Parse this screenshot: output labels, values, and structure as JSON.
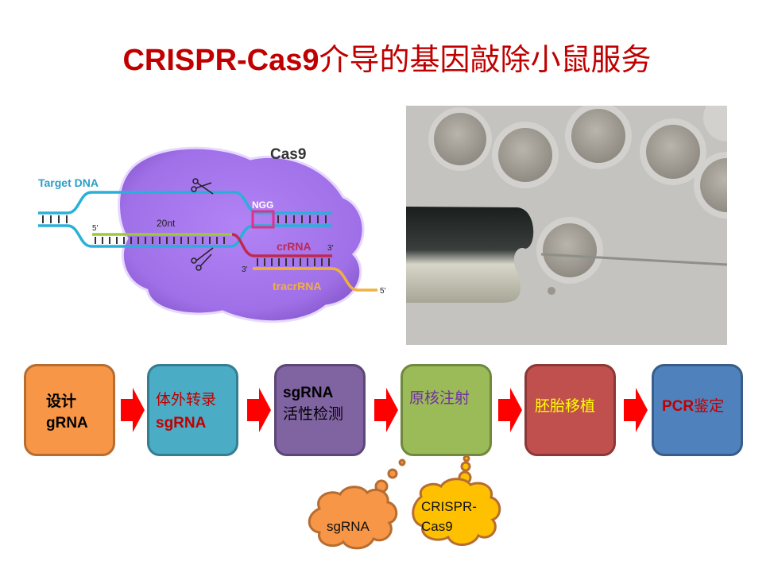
{
  "title": {
    "en": "CRISPR-Cas9",
    "zh": "介导的基因敲除小鼠服务"
  },
  "mechanism_figure": {
    "protein_label": "Cas9",
    "target_label": "Target DNA",
    "pam_label": "NGG",
    "spacer_label": "20nt",
    "crrna_label": "crRNA",
    "tracrrna_label": "tracrRNA",
    "five_prime": "5'",
    "three_prime": "3'",
    "colors": {
      "protein": "#a070e8",
      "dna": "#2ab0d8",
      "pam": "#e0308a",
      "spacer": "#9cc83c",
      "crrna": "#c02850",
      "tracrrna": "#f0b040"
    }
  },
  "photo": {
    "description": "Pronuclear microinjection of mouse zygote"
  },
  "workflow": {
    "arrow_color": "#ff0000",
    "steps": [
      {
        "line1": "设计",
        "line2": "gRNA",
        "fill": "#f79646",
        "border": "#b66d31"
      },
      {
        "line1": "体外转录",
        "line2": "sgRNA",
        "fill": "#4bacc6",
        "border": "#357d91"
      },
      {
        "line1": "sgRNA",
        "line2": "活性检测",
        "fill": "#8064a2",
        "border": "#5c4776"
      },
      {
        "line1": "原核注射",
        "fill": "#9bbb59",
        "border": "#71893f"
      },
      {
        "line1": "胚胎移植",
        "fill": "#c0504d",
        "border": "#8c3836"
      },
      {
        "line1": "PCR",
        "line2": "鉴定",
        "fill": "#4f81bd",
        "border": "#385d8a"
      }
    ]
  },
  "callouts": [
    {
      "label": "sgRNA",
      "fill": "#f79646",
      "border": "#b66d31"
    },
    {
      "label_line1": "CRISPR-",
      "label_line2": "Cas9",
      "fill": "#ffc000",
      "border": "#b66d31"
    }
  ]
}
